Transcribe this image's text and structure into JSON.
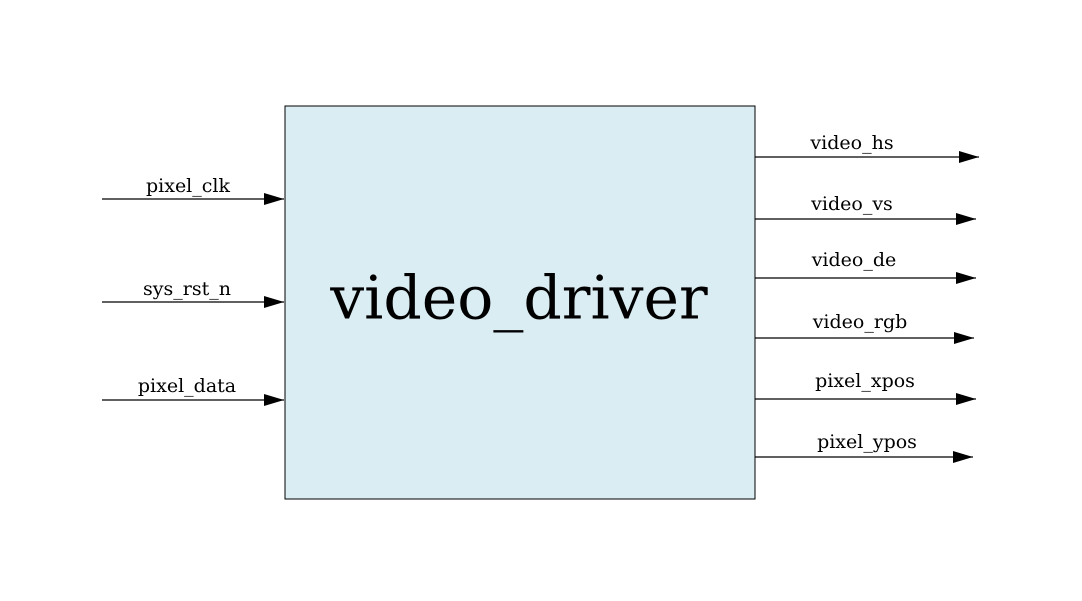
{
  "module": {
    "name": "video_driver",
    "fill": "#daedf3",
    "stroke": "#000000"
  },
  "inputs": [
    {
      "name": "pixel_clk"
    },
    {
      "name": "sys_rst_n"
    },
    {
      "name": "pixel_data"
    }
  ],
  "outputs": [
    {
      "name": "video_hs"
    },
    {
      "name": "video_vs"
    },
    {
      "name": "video_de"
    },
    {
      "name": "video_rgb"
    },
    {
      "name": "pixel_xpos"
    },
    {
      "name": "pixel_ypos"
    }
  ]
}
